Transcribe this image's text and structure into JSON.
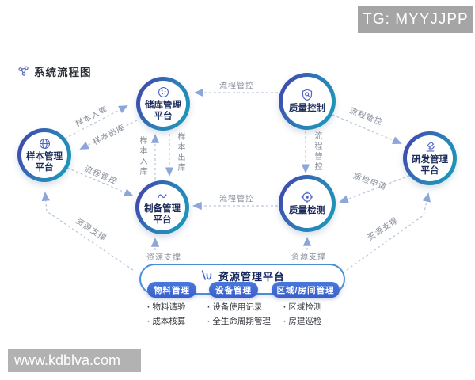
{
  "header": {
    "title": "系统流程图"
  },
  "badge": "TG: MYYJJPP",
  "watermark": "www.kdblva.com",
  "nodes": {
    "sample": {
      "label": "样本管理\n平台",
      "icon": "globe-icon"
    },
    "storage": {
      "label": "储库管理\n平台",
      "icon": "dotted-sphere-icon"
    },
    "quality_control": {
      "label": "质量控制",
      "icon": "shield-check-icon"
    },
    "rnd": {
      "label": "研发管理\n平台",
      "icon": "microscope-icon"
    },
    "preparation": {
      "label": "制备管理\n平台",
      "icon": "wave-chart-icon"
    },
    "inspection": {
      "label": "质量检测",
      "icon": "target-icon"
    }
  },
  "edges": {
    "qc_to_storage": "流程管控",
    "sample_in_diagonal": "样本入库",
    "sample_out_diagonal": "样本出库",
    "sample_in_vertical": "样本入库",
    "sample_out_vertical": "样本出库",
    "sample_to_prep": "流程管控",
    "inspect_to_prep": "流程管控",
    "qc_to_inspect": "流程管控",
    "qc_to_rnd": "流程管控",
    "rnd_to_inspect": "质检申请",
    "res_to_sample": "资源支撑",
    "res_to_prep": "资源支撑",
    "res_to_inspect": "资源支撑",
    "res_to_rnd": "资源支撑"
  },
  "resource_platform": {
    "title": "资源管理平台",
    "groups": [
      {
        "label": "物料管理",
        "items": [
          "物料请验",
          "成本核算"
        ]
      },
      {
        "label": "设备管理",
        "items": [
          "设备使用记录",
          "全生命周期管理"
        ]
      },
      {
        "label": "区域/房间管理",
        "items": [
          "区域检测",
          "房建巡检"
        ]
      }
    ]
  },
  "colors": {
    "ring_start": "#3e4fae",
    "ring_end": "#1d96b8",
    "pill_blue": "#3f6ad2",
    "box_border": "#4a8fd6",
    "dash_line": "#bcc8de",
    "arrow_fill": "#8ca6d9",
    "edge_label": "#878e9a",
    "node_text": "#1c2b5a",
    "badge_bg": "#a5a5a5"
  }
}
